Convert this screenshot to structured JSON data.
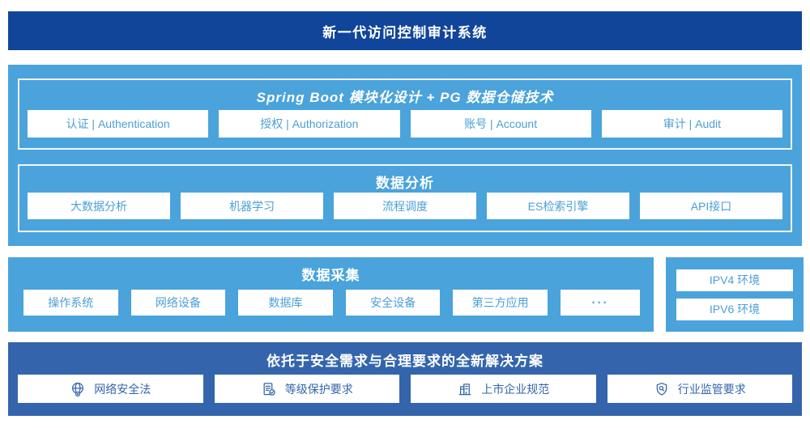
{
  "colors": {
    "banner_bg": "#10459A",
    "light_blue_bg": "#4AA3DB",
    "solution_bg": "#3465AC",
    "box_text_light": "#4A9FD8",
    "box_text_dark": "#3465AC",
    "white": "#ffffff"
  },
  "banner": {
    "title": "新一代访问控制审计系统"
  },
  "platform": {
    "modules": {
      "title": "Spring Boot 模块化设计 + PG 数据仓储技术",
      "items": [
        "认证 | Authentication",
        "授权 | Authorization",
        "账号 | Account",
        "审计 | Audit"
      ]
    },
    "analysis": {
      "title": "数据分析",
      "items": [
        "大数据分析",
        "机器学习",
        "流程调度",
        "ES检索引擎",
        "API接口"
      ]
    }
  },
  "collection": {
    "title": "数据采集",
    "items": [
      "操作系统",
      "网络设备",
      "数据库",
      "安全设备",
      "第三方应用"
    ],
    "more": "···"
  },
  "environments": {
    "items": [
      "IPV4 环境",
      "IPV6 环境"
    ]
  },
  "solution": {
    "title": "依托于安全需求与合理要求的全新解决方案",
    "items": [
      {
        "icon": "globe-location-icon",
        "label": "网络安全法"
      },
      {
        "icon": "document-check-icon",
        "label": "等级保护要求"
      },
      {
        "icon": "building-icon",
        "label": "上市企业规范"
      },
      {
        "icon": "shield-search-icon",
        "label": "行业监管要求"
      }
    ]
  }
}
